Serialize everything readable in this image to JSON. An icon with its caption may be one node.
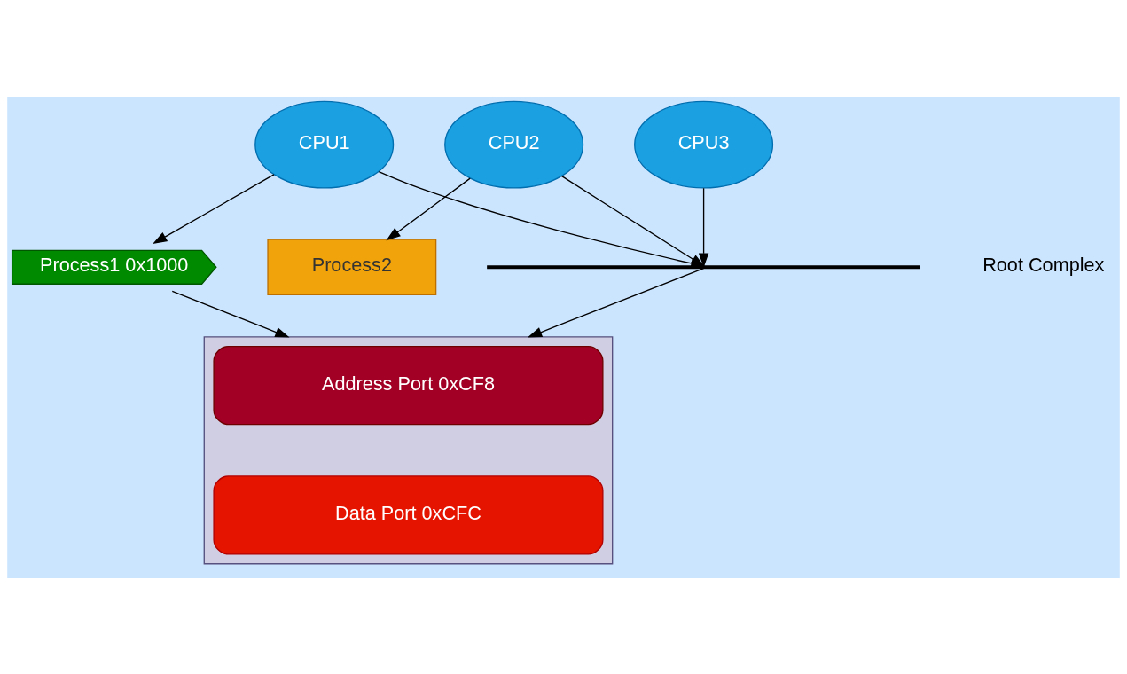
{
  "diagram": {
    "nodes": [
      {
        "text": [
          "CPU1"
        ]
      },
      {
        "text": [
          "CPU2"
        ]
      },
      {
        "text": [
          "CPU3"
        ]
      },
      {
        "text": [
          "Process1 0x1000"
        ]
      },
      {
        "text": [],
        "shape": "bar"
      },
      {
        "text": [
          "Process2"
        ]
      },
      {
        "text": [],
        "shape": "box"
      },
      {
        "text": [
          "Address Port 0xCF8"
        ],
        "in": 6
      },
      {
        "text": [
          "Data Port 0xCFC"
        ],
        "in": 6
      }
    ],
    "edges": [
      {
        "from": 0,
        "to": 3,
        "arrow": "to"
      },
      {
        "from": 0,
        "to": 4,
        "arrow": "to"
      },
      {
        "from": 1,
        "to": 5,
        "arrow": "to"
      },
      {
        "from": 1,
        "to": 4,
        "arrow": "to"
      },
      {
        "from": 2,
        "to": 4,
        "arrow": "to"
      },
      {
        "from": 4,
        "to": 6,
        "arrow": "to"
      },
      {
        "from": 3,
        "to": 6,
        "arrow": "to"
      }
    ],
    "labels": [
      "Root Complex"
    ]
  }
}
